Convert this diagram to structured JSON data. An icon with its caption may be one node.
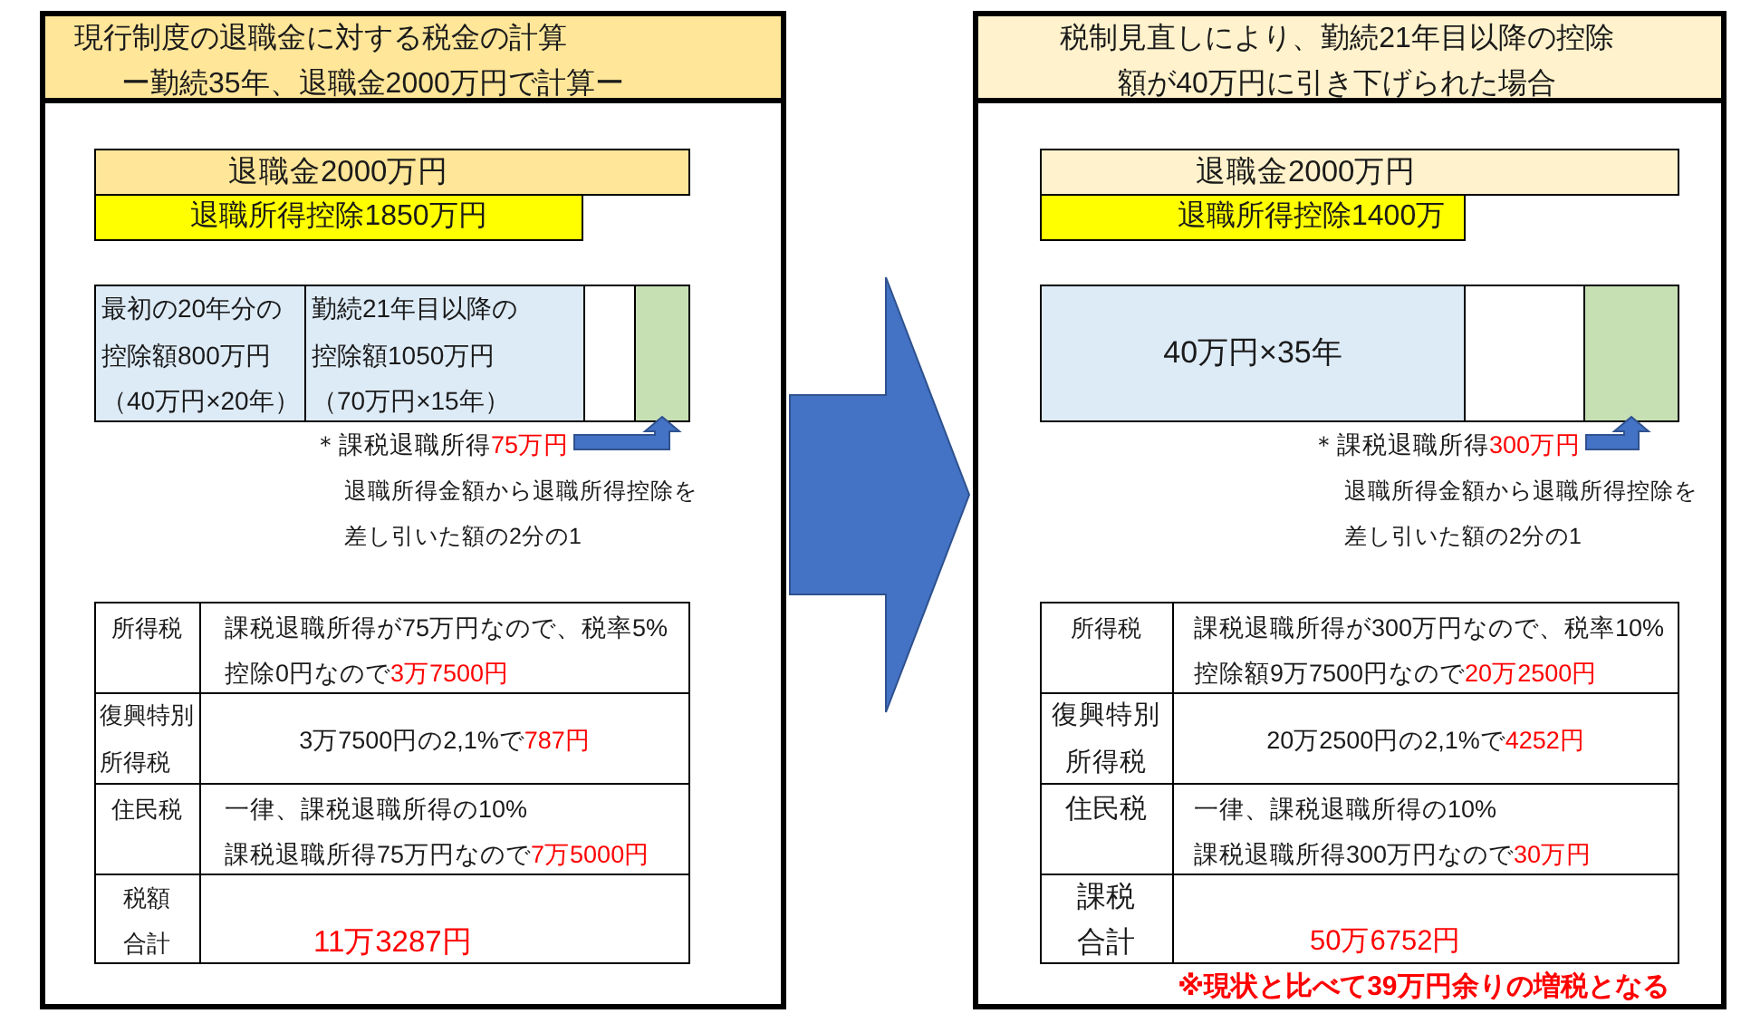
{
  "diagram": {
    "nodes": [
      {
        "text": [
          "現行制度の退職金に対する税金の計算",
          "ー勤続35年、退職金2000万円で計算ー"
        ]
      },
      {
        "text": [
          "退職金2000万円"
        ],
        "in": 0
      },
      {
        "text": [
          "退職所得控除1850万円"
        ],
        "in": 0
      },
      {
        "text": [
          "最初の20年分の控除額800万円",
          "（40万円×20年）"
        ],
        "in": 0
      },
      {
        "text": [
          "勤続21年目以降の控除額1050万円",
          "（70万円×15年）"
        ],
        "in": 0
      },
      {
        "text": [],
        "shape": "box",
        "in": 0
      },
      {
        "text": [],
        "shape": "box",
        "in": 0
      },
      {
        "text": [
          "＊課税退職所得",
          "75万円"
        ],
        "in": 0
      },
      {
        "text": [
          "税制見直しにより、勤続21年目以降の控除額が40万円に引き下げられた場合",
          "※現状と比べて39万円余りの増税となる"
        ]
      },
      {
        "text": [
          "退職金2000万円"
        ],
        "in": 8
      },
      {
        "text": [
          "退職所得控除1400万"
        ],
        "in": 8
      },
      {
        "text": [
          "40万円×35年"
        ],
        "in": 8
      },
      {
        "text": [],
        "shape": "box",
        "in": 8
      },
      {
        "text": [],
        "shape": "box",
        "in": 8
      },
      {
        "text": [
          "＊課税退職所得",
          "300万円"
        ],
        "in": 8
      }
    ],
    "edges": [
      {
        "from": 7,
        "to": 6,
        "arrow": "to"
      },
      {
        "from": 14,
        "to": 13,
        "arrow": "to"
      },
      {
        "from": 0,
        "to": 8,
        "arrow": "to",
        "style": "thick"
      }
    ],
    "labels": [
      "退職所得金額から退職所得控除を差し引いた額の2分の1",
      "所得税",
      "課税退職所得が75万円なので、税率5%",
      "控除0円なので",
      "3万7500円",
      "復興特別所得税",
      "3万7500円の2,1%で",
      "787円",
      "住民税",
      "一律、課税退職所得の10%",
      "課税退職所得75万円なので",
      "7万5000円",
      "税額合計",
      "11万3287円",
      "退職所得金額から退職所得控除を差し引いた額の2分の1",
      "所得税",
      "課税退職所得が300万円なので、税率10%",
      "控除額9万7500円なので",
      "20万2500円",
      "復興特別所得税",
      "20万2500円の2,1%で",
      "4252円",
      "住民税",
      "一律、課税退職所得の10%",
      "課税退職所得300万円なので",
      "30万円",
      "課税合計",
      "50万6752円"
    ]
  }
}
